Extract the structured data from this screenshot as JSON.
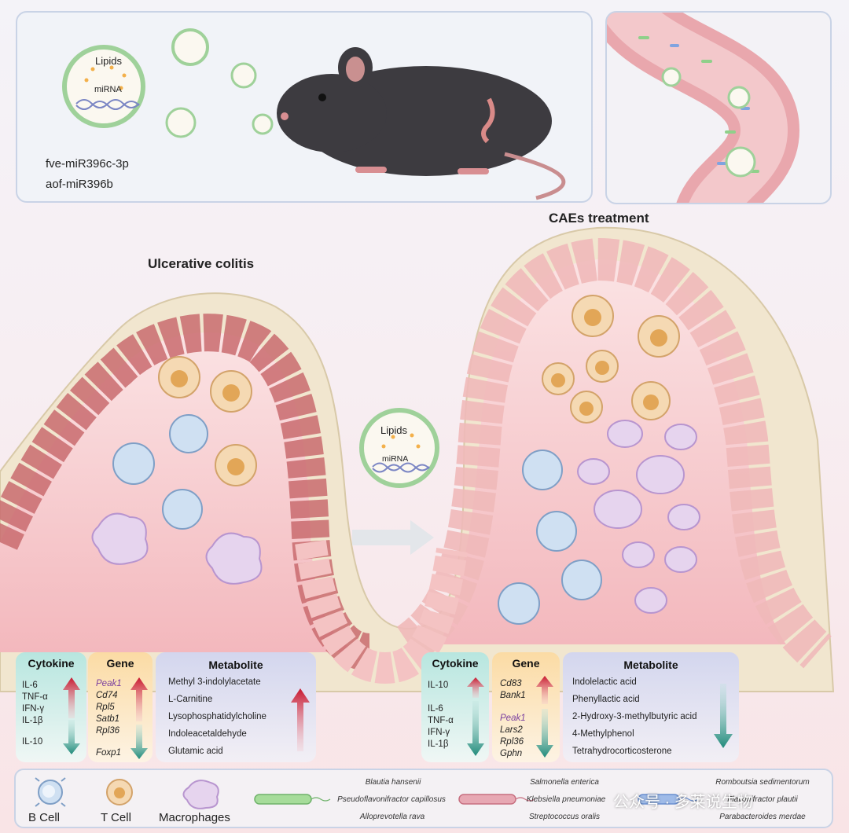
{
  "top_panel": {
    "ev_lipids": "Lipids",
    "ev_mirna": "miRNA",
    "mirna_1": "fve-miR396c-3p",
    "mirna_2": "aof-miR396b"
  },
  "sections": {
    "left_title": "Ulcerative colitis",
    "right_title": "CAEs treatment"
  },
  "center_vesicle": {
    "lipids": "Lipids",
    "mirna": "miRNA"
  },
  "left_tables": {
    "cytokine": {
      "title": "Cytokine",
      "up": [
        "IL-6",
        "TNF-α",
        "IFN-γ",
        "IL-1β"
      ],
      "down": [
        "IL-10"
      ]
    },
    "gene": {
      "title": "Gene",
      "up": [
        "Peak1",
        "Cd74",
        "Rpl5",
        "Satb1",
        "Rpl36"
      ],
      "down": [
        "Foxp1"
      ]
    },
    "metabolite": {
      "title": "Metabolite",
      "items": [
        "Methyl 3-indolylacetate",
        "L-Carnitine",
        "Lysophosphatidylcholine",
        "Indoleacetaldehyde",
        "Glutamic acid"
      ]
    }
  },
  "right_tables": {
    "cytokine": {
      "title": "Cytokine",
      "up": [
        "IL-10"
      ],
      "down": [
        "IL-6",
        "TNF-α",
        "IFN-γ",
        "IL-1β"
      ]
    },
    "gene": {
      "title": "Gene",
      "up": [
        "Cd83",
        "Bank1"
      ],
      "down": [
        "Peak1",
        "Lars2",
        "Rpl36",
        "Gphn"
      ]
    },
    "metabolite": {
      "title": "Metabolite",
      "items": [
        "Indolelactic acid",
        "Phenyllactic acid",
        "2-Hydroxy-3-methylbutyric acid",
        "4-Methylphenol",
        "Tetrahydrocorticosterone"
      ]
    }
  },
  "legend": {
    "b_cell": "B Cell",
    "t_cell": "T Cell",
    "macrophages": "Macrophages",
    "bacteria_green": [
      "Blautia hansenii",
      "Pseudoflavonifractor capillosus",
      "Alloprevotella rava"
    ],
    "bacteria_red": [
      "Salmonella enterica",
      "Klebsiella pneumoniae",
      "Streptococcus oralis"
    ],
    "bacteria_blue": [
      "Romboutsia sedimentorum",
      "Flavonifractor plautii",
      "Parabacteroides merdae"
    ]
  },
  "watermark": "公众号 · 多莱说生物",
  "colors": {
    "up_arrow": "#c8182f",
    "down_arrow": "#1f8a7a",
    "cytokine_box": "#c7ebe6",
    "gene_box": "#f8e2b8",
    "metabolite_box": "#d5d8ee"
  }
}
